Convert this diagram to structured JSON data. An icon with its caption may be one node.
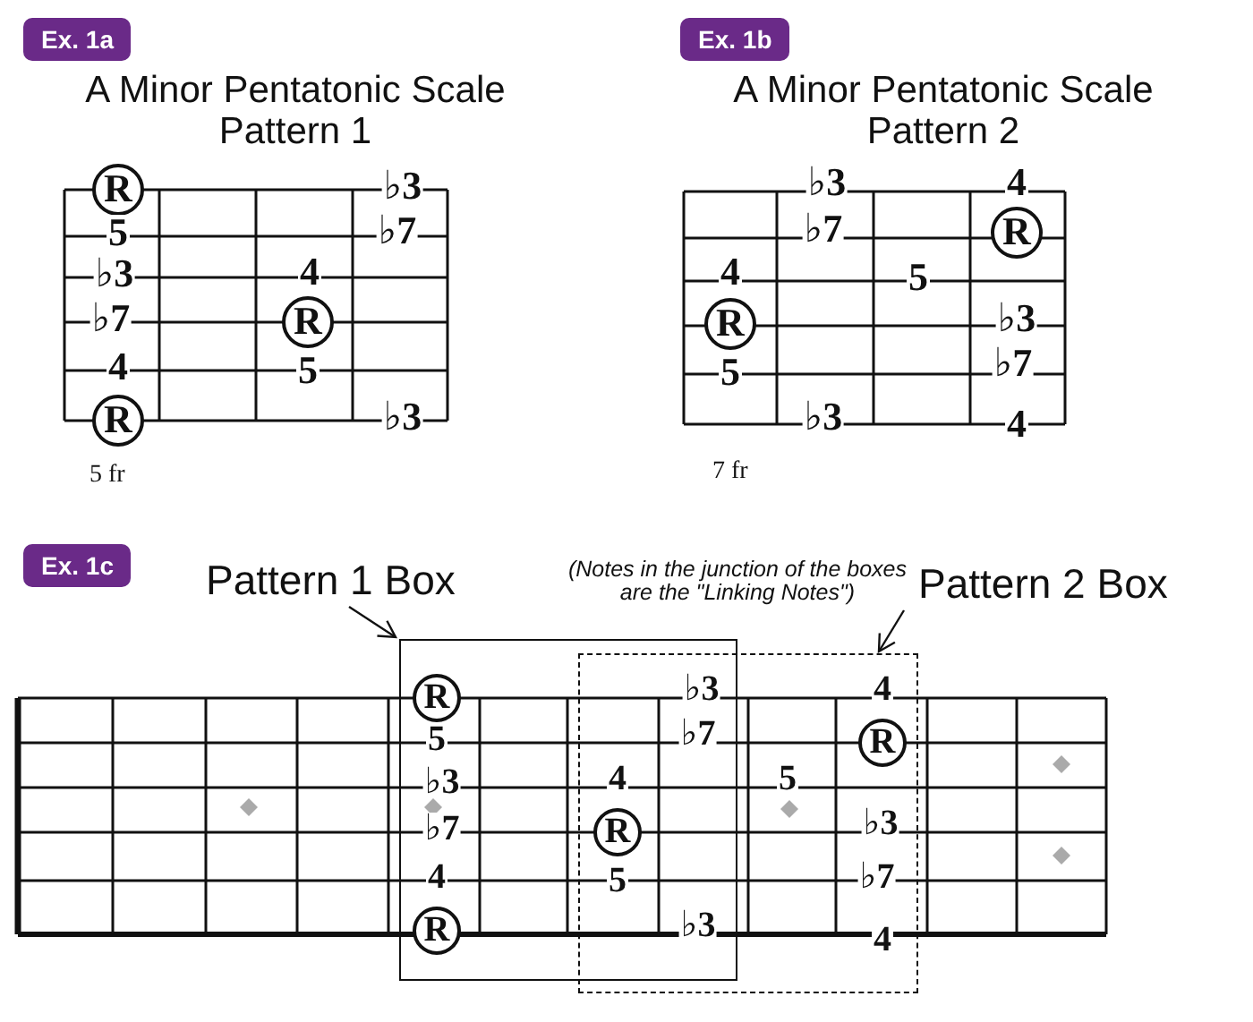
{
  "diagram": {
    "nodes": [
      {
        "text": [
          "Pattern 1 Box"
        ]
      },
      {
        "text": [],
        "shape": "box"
      },
      {
        "text": [
          "Pattern 2 Box"
        ]
      },
      {
        "text": [],
        "shape": "box"
      }
    ],
    "edges": [
      {
        "from": 0,
        "to": 1,
        "arrow": "to"
      },
      {
        "from": 2,
        "to": 3,
        "arrow": "to"
      }
    ],
    "labels": [
      "Ex. 1a",
      "A Minor Pentatonic Scale Pattern 1",
      "Ex. 1b",
      "A Minor Pentatonic Scale Pattern 2",
      "R",
      "5",
      "♭3",
      "♭7",
      "4",
      "R",
      "4",
      "R",
      "5",
      "♭3",
      "♭7",
      "♭3",
      "5 fr",
      "4",
      "R",
      "5",
      "♭3",
      "♭7",
      "♭3",
      "5",
      "4",
      "R",
      "♭3",
      "♭7",
      "4",
      "7 fr",
      "Ex. 1c",
      "(Notes in the junction of the boxes are the \"Linking Notes\")",
      "R",
      "5",
      "♭3",
      "♭7",
      "4",
      "R",
      "4",
      "R",
      "5",
      "♭3",
      "♭7",
      "♭3",
      "5",
      "4",
      "R",
      "♭3",
      "♭7",
      "4"
    ]
  }
}
